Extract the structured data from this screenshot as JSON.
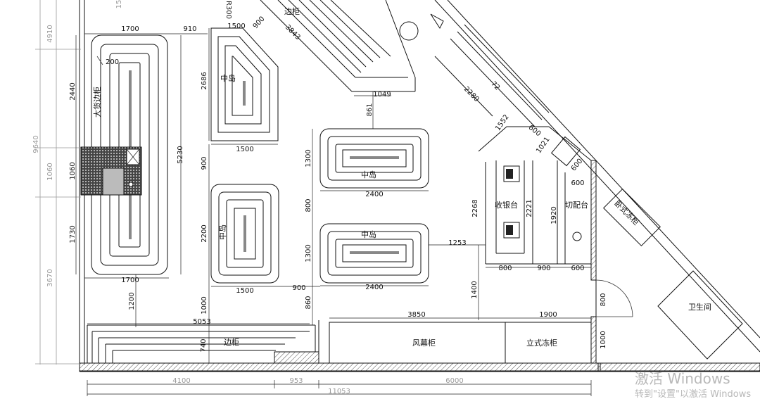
{
  "labels": {
    "big_side_cabinet": "大货边柜",
    "middle_island": "中岛",
    "side_cabinet": "边柜",
    "cashier": "收银台",
    "cutting_table": "切配台",
    "horizontal_freezer": "卧式冻柜",
    "toilet": "卫生间",
    "air_curtain_cabinet": "风幕柜",
    "vertical_freezer": "立式冻柜",
    "radius": "R300"
  },
  "dims": {
    "d4910": "4910",
    "d9640": "9640",
    "d1060": "1060",
    "d3670": "3670",
    "d2440": "2440",
    "d1730": "1730",
    "d5230": "5230",
    "d1700": "1700",
    "d910": "910",
    "d200": "200",
    "d1200": "1200",
    "d5053": "5053",
    "d740": "740",
    "d2686": "2686",
    "d1500": "1500",
    "d900": "900",
    "d3843": "3843",
    "d1049": "1049",
    "d861": "861",
    "d1300": "1300",
    "d2400": "2400",
    "d800": "800",
    "d860": "860",
    "d2200": "2200",
    "d1000": "1000",
    "d1253": "1253",
    "d1400": "1400",
    "d2268": "2268",
    "d2221": "2221",
    "d1920": "1920",
    "d600": "600",
    "d1021": "1021",
    "d2280": "2280",
    "d1552": "1552",
    "d3850": "3850",
    "d1900": "1900",
    "d4100": "4100",
    "d953": "953",
    "d6000": "6000",
    "d11053": "11053",
    "d15": "15",
    "d72": "72"
  },
  "watermark": {
    "line1": "激活 Windows",
    "line2": "转到\"设置\"以激活 Windows"
  }
}
